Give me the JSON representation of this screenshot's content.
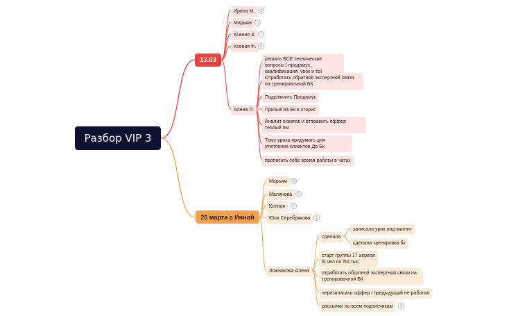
{
  "mindmap": {
    "root": "Разбор VIP 3",
    "branch1": {
      "title": "13.03",
      "people": [
        {
          "name": "Ирина М.",
          "badge": "5"
        },
        {
          "name": "Марьям",
          "badge": "5"
        },
        {
          "name": "Ксения З.",
          "badge": "7"
        },
        {
          "name": "Ксения Ф.",
          "badge": "6"
        },
        {
          "name": "Алёна Л."
        }
      ],
      "tasks": [
        "решить ВСЕ технические вопросы ( продамус, квалификация, урок и тд)",
        "Отработать обратной экспертной связи на тренировочной БК",
        "Подключить Продамус",
        "Призыв на Бк в сторис",
        "Анализ охватов и отправить оффер теплый им",
        "Тему урока придумать для утепление клиентов До Бк",
        "прописать себе время работы в чатах"
      ]
    },
    "branch2": {
      "title": "20 марта с Инной",
      "people": [
        {
          "name": "Марьям",
          "badge": "10"
        },
        {
          "name": "Малинова",
          "badge": "6"
        },
        {
          "name": "Ксения",
          "badge": "7"
        },
        {
          "name": "Юля Серебрякова",
          "badge": "6"
        },
        {
          "name": "Ложникова Алена"
        }
      ],
      "done": "сделала",
      "done_items": [
        "записала урок лид-магнит",
        "сделала тренировка бк"
      ],
      "tasks": [
        "старт группы 17 апреля\nl0 чел по l50 тыс",
        "отработать обратной экспертной связи на тренировочной БК",
        "перезаписать оффер / предыдущий не работал",
        "рассылки по всем подписчикам"
      ],
      "last_badge": "8"
    }
  },
  "colors": {
    "root": "#0e1230",
    "branch1": "#f0413c",
    "branch2": "#f7a14e",
    "node1": "#fde3e1",
    "node2": "#fdebd9"
  }
}
